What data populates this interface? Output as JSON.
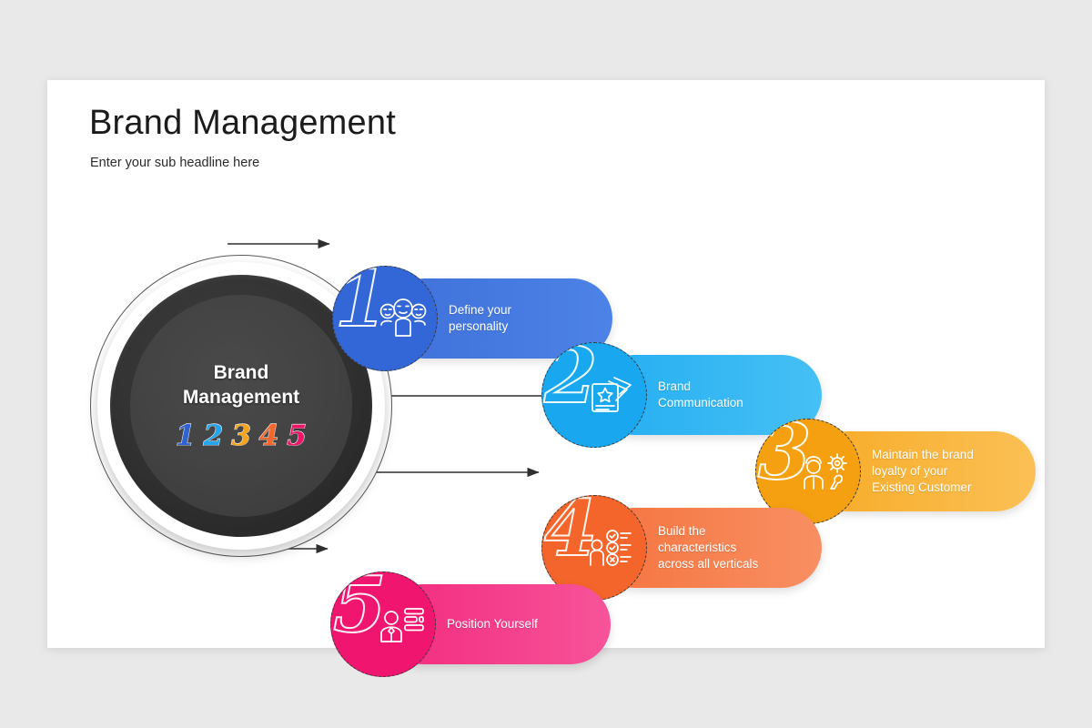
{
  "slide": {
    "title": "Brand Management",
    "subtitle": "Enter your sub headline here"
  },
  "hub": {
    "title": "Brand\nManagement",
    "numbers": [
      {
        "label": "1",
        "color": "#2f63d4"
      },
      {
        "label": "2",
        "color": "#23a6ec"
      },
      {
        "label": "3",
        "color": "#f5a41b"
      },
      {
        "label": "4",
        "color": "#f4662c"
      },
      {
        "label": "5",
        "color": "#ee1569"
      }
    ]
  },
  "steps": [
    {
      "number": "1",
      "text": "Define your\npersonality",
      "icon": "three-people-icon",
      "circle_color": "#3366d6",
      "pill_start": "#3f71da",
      "pill_end": "#4d82e6",
      "pill_width": 250
    },
    {
      "number": "2",
      "text": "Brand\nCommunication",
      "icon": "cards-star-icon",
      "circle_color": "#19a7ef",
      "pill_start": "#24aef1",
      "pill_end": "#46c0f5",
      "pill_width": 250
    },
    {
      "number": "3",
      "text": "Maintain the brand\nloyalty of your\nExisting Customer",
      "icon": "worker-gear-wrench-icon",
      "circle_color": "#f5a010",
      "pill_start": "#f7ab27",
      "pill_end": "#fbc055",
      "pill_width": 250
    },
    {
      "number": "4",
      "text": "Build the\ncharacteristics\nacross all verticals",
      "icon": "checklist-person-icon",
      "circle_color": "#f4652b",
      "pill_start": "#f5743f",
      "pill_end": "#f88f62",
      "pill_width": 250
    },
    {
      "number": "5",
      "text": "Position Yourself",
      "icon": "businessperson-chart-icon",
      "circle_color": "#f0156e",
      "pill_start": "#f22a7d",
      "pill_end": "#f7549a",
      "pill_width": 250
    }
  ],
  "connectors": {
    "arrow_color": "#2f2f2f",
    "count": 5
  }
}
